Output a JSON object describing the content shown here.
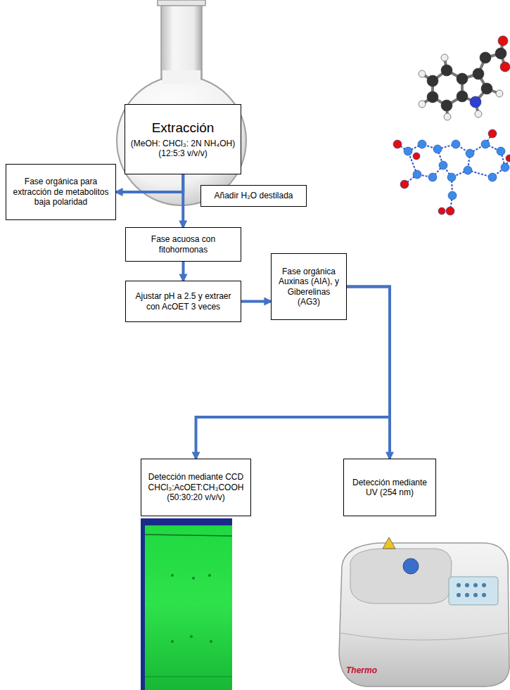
{
  "diagram": {
    "nodes": [
      {
        "text": [
          "Extracción",
          "(MeOH: CHCl₃: 2N NH₄OH) (12:5:3 v/v/v)"
        ]
      },
      {
        "text": [
          "Fase orgánica para extracción de metabolitos baja polaridad"
        ]
      },
      {
        "text": [
          "Añadir H₂O destilada"
        ]
      },
      {
        "text": [
          "Fase acuosa con fitohormonas"
        ]
      },
      {
        "text": [
          "Ajustar pH a 2.5 y extraer con AcOET 3 veces"
        ]
      },
      {
        "text": [
          "Fase orgánica Auxinas (AIA), y Giberelinas (AG3)"
        ]
      },
      {
        "text": [
          "Detección mediante CCD CHCl₃:AcOET:CH₃COOH (50:30:20 v/v/v)"
        ]
      },
      {
        "text": [
          "Detección mediante UV (254 nm)"
        ]
      }
    ],
    "edges": [
      {
        "from": 0,
        "to": 1,
        "arrow": "to"
      },
      {
        "from": 0,
        "to": 3,
        "arrow": "to"
      },
      {
        "from": 3,
        "to": 4,
        "arrow": "to"
      },
      {
        "from": 4,
        "to": 5,
        "arrow": "to"
      },
      {
        "from": 5,
        "to": 6,
        "arrow": "to"
      },
      {
        "from": 5,
        "to": 7,
        "arrow": "to"
      }
    ],
    "labels": [
      "Thermo"
    ]
  }
}
